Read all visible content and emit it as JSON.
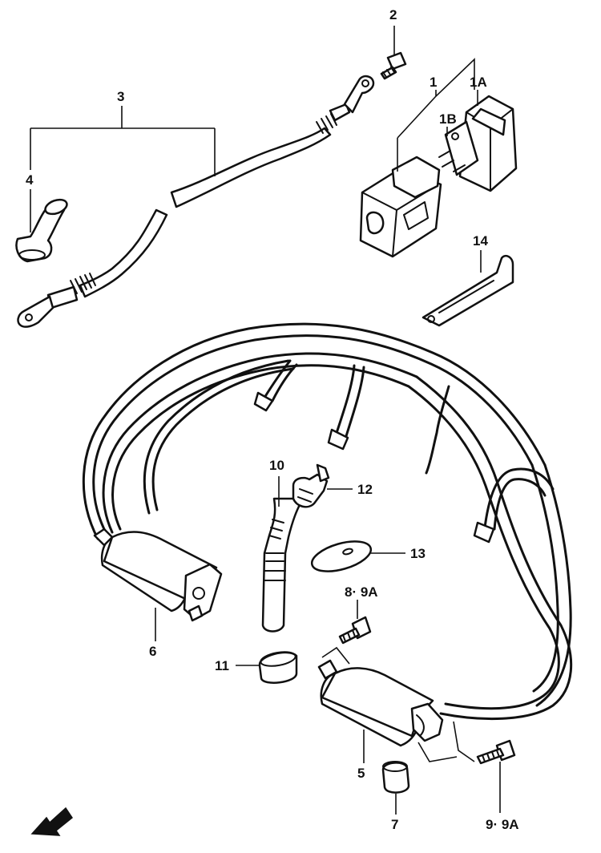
{
  "callouts": {
    "p1": "1",
    "p1a": "1A",
    "p1b": "1B",
    "p2": "2",
    "p3": "3",
    "p4": "4",
    "p5": "5",
    "p6": "6",
    "p7": "7",
    "p8_9a": "8· 9A",
    "p9_9a": "9· 9A",
    "p10": "10",
    "p11": "11",
    "p12": "12",
    "p13": "13",
    "p14": "14"
  },
  "icons": {
    "direction": "front-arrow-icon"
  },
  "colors": {
    "ink": "#111111",
    "paper": "#ffffff"
  }
}
